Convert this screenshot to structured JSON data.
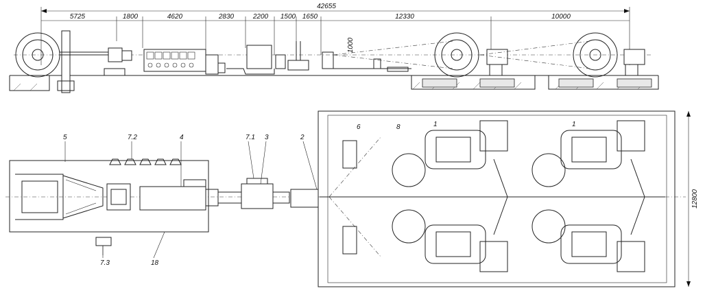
{
  "overall_length": "42655",
  "height_dim": "1000",
  "width_dim": "12800",
  "segment_dims": [
    "5725",
    "1800",
    "4620",
    "2830",
    "2200",
    "1500",
    "1650",
    "12330",
    "10000"
  ],
  "callouts": {
    "c1a": "1",
    "c1b": "1",
    "c2": "2",
    "c3": "3",
    "c4": "4",
    "c5": "5",
    "c6": "6",
    "c71": "7.1",
    "c72": "7.2",
    "c73": "7.3",
    "c8": "8",
    "c18": "18"
  }
}
